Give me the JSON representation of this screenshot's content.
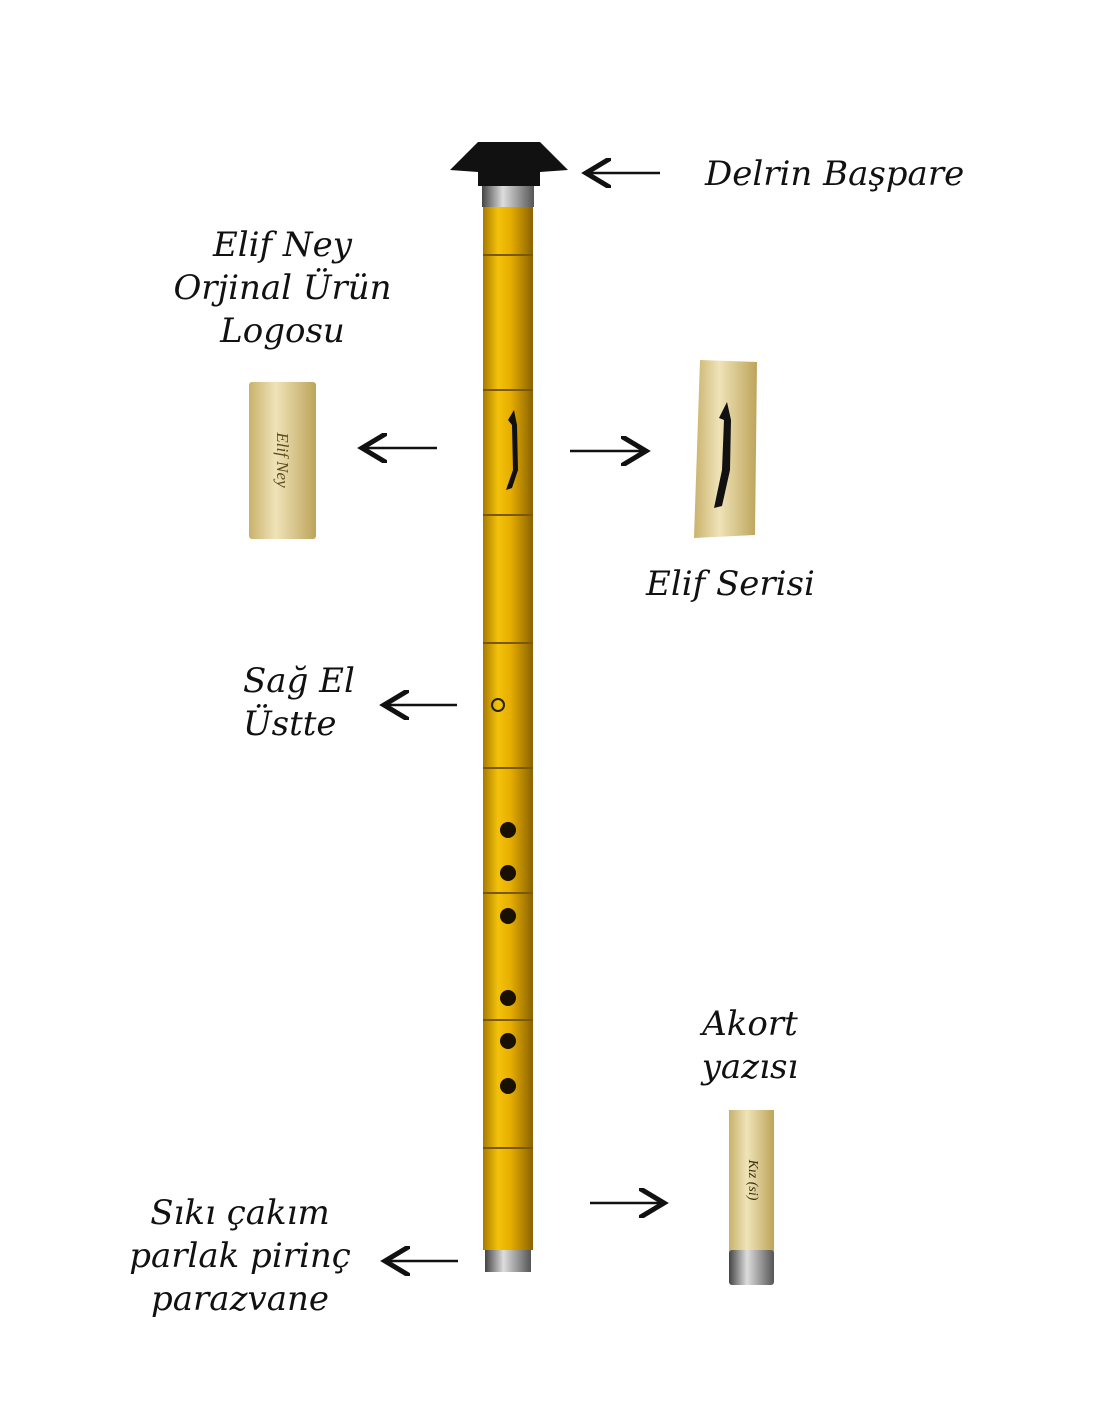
{
  "labels": {
    "headjoint": "Delrin Başpare",
    "logo": [
      "Elif Ney",
      "Orjinal Ürün",
      "Logosu"
    ],
    "series": "Elif Serisi",
    "right_hand": [
      "Sağ El",
      "Üstte"
    ],
    "tuning": [
      "Akort",
      "yazısı"
    ],
    "ferrule": [
      "Sıkı çakım",
      "parlak pirinç",
      "parazvane"
    ]
  },
  "engravings": {
    "logo_text": "Elif Ney",
    "tuning_text": "Kız (si)"
  },
  "colors": {
    "body": "#e0a800",
    "cap": "#111111",
    "reed": "#e3d39e"
  }
}
